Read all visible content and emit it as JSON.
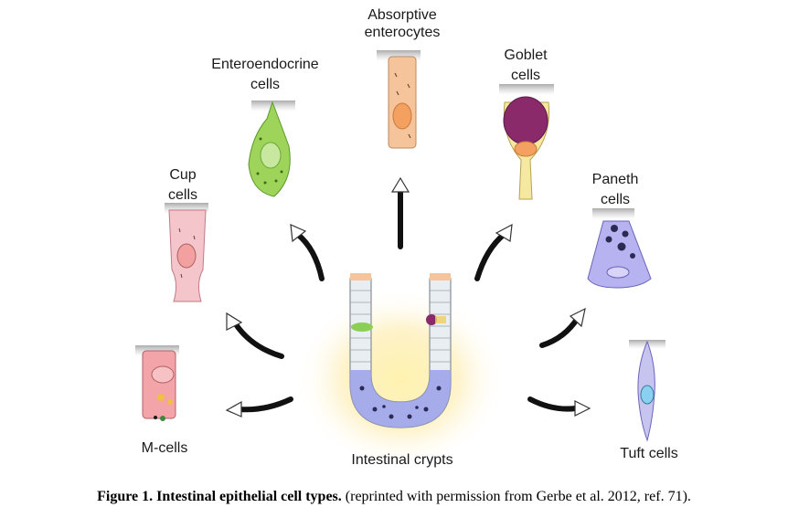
{
  "labels": {
    "absorptive": [
      "Absorptive",
      "enterocytes"
    ],
    "enteroendocrine": [
      "Enteroendocrine",
      "cells"
    ],
    "goblet": [
      "Goblet",
      "cells"
    ],
    "cup": [
      "Cup",
      "cells"
    ],
    "paneth": [
      "Paneth",
      "cells"
    ],
    "mcells": "M-cells",
    "crypts": "Intestinal crypts",
    "tuft": "Tuft cells"
  },
  "caption": {
    "title": "Figure 1. Intestinal epithelial cell types.",
    "note": " (reprinted with permission from Gerbe et al. 2012, ref. 71)."
  },
  "colors": {
    "enterocyte": "#f6c49a",
    "enteroendocrine": "#9ed45a",
    "goblet_body": "#f5e8a0",
    "goblet_granules": "#8a2a6a",
    "cup": "#f4c6cc",
    "paneth": "#b7b2f0",
    "mcell": "#f3a4a8",
    "tuft": "#c8c4f0",
    "nucleus": "#f3a060",
    "arrow": "#111111"
  }
}
